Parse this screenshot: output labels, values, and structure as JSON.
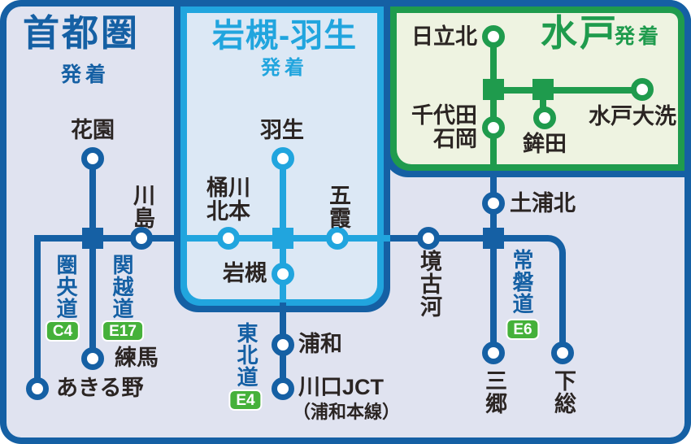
{
  "colors": {
    "dark": "#1560a4",
    "light": "#21a5de",
    "green": "#1f9b4d",
    "badge": "#45b13a",
    "bg": "#e0e3f0",
    "mid_bg": "#dce8f5",
    "grn_bg": "#eef3e1",
    "text": "#2b2523"
  },
  "regions": {
    "shutoken": {
      "title": "首都圏",
      "subtitle": "発着"
    },
    "iwatsuki_hanyu": {
      "title": "岩槻-羽生",
      "subtitle": "発着"
    },
    "mito": {
      "title": "水戸",
      "subtitle": "発着"
    }
  },
  "roads": {
    "kenodo": {
      "name": "圏央道",
      "badge": "C4"
    },
    "kanetsudo": {
      "name": "関越道",
      "badge": "E17"
    },
    "tohokudo": {
      "name": "東北道",
      "badge": "E4"
    },
    "jobando": {
      "name": "常磐道",
      "badge": "E6"
    }
  },
  "stations": {
    "hanazono": "花園",
    "kawajima": "川島",
    "nerima": "練馬",
    "akiruno": "あきる野",
    "hanyu": "羽生",
    "okegawa_kitamoto_line1": "桶川",
    "okegawa_kitamoto_line2": "北本",
    "goka": "五霞",
    "iwatsuki": "岩槻",
    "urawa": "浦和",
    "kawaguchi_jct": "川口JCT",
    "kawaguchi_jct_sub": "（浦和本線）",
    "sakai_koga": "境古河",
    "tsuchiura_kita": "土浦北",
    "misato": "三郷",
    "shimofusa": "下総",
    "hitachi_kita": "日立北",
    "chiyoda_ishioka_line1": "千代田",
    "chiyoda_ishioka_line2": "石岡",
    "hokota": "鉾田",
    "mito_oarai": "水戸大洗"
  }
}
